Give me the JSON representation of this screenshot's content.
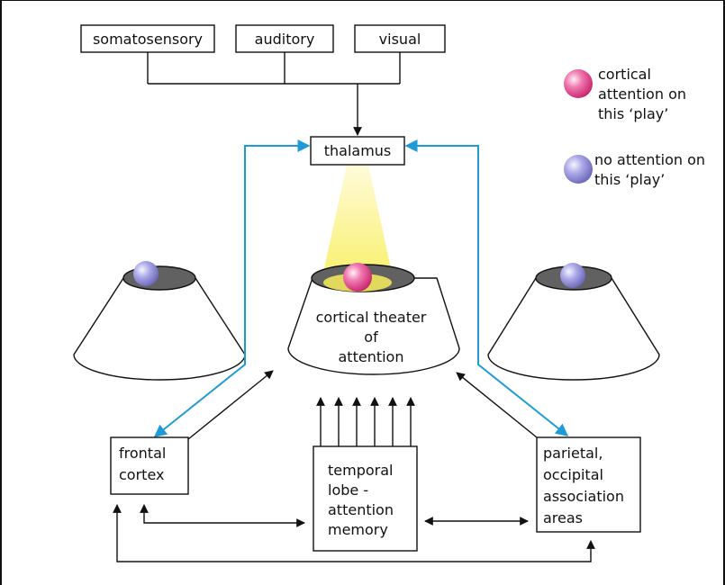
{
  "inputs": {
    "somatosensory": "somatosensory",
    "auditory": "auditory",
    "visual": "visual"
  },
  "thalamus": "thalamus",
  "center_theater": {
    "line1": "cortical theater",
    "line2": "of",
    "line3": "attention"
  },
  "frontal": {
    "line1": "frontal",
    "line2": "cortex"
  },
  "temporal": {
    "line1": "temporal",
    "line2": "lobe -",
    "line3": "attention",
    "line4": "memory"
  },
  "parietal": {
    "line1": "parietal,",
    "line2": "occipital",
    "line3": "association",
    "line4": "areas"
  },
  "legend": {
    "attention": {
      "line1": "cortical",
      "line2": "attention on",
      "line3": "this ‘play’"
    },
    "no_attention": {
      "line1": "no attention on",
      "line2": "this ‘play’"
    }
  },
  "colors": {
    "attention_sphere": "#e8508e",
    "no_attention_sphere": "#8f8cd8",
    "thalamic_loop": "#1e9bd7",
    "spotlight": "#fbf27a",
    "stage_top": "#616161"
  }
}
